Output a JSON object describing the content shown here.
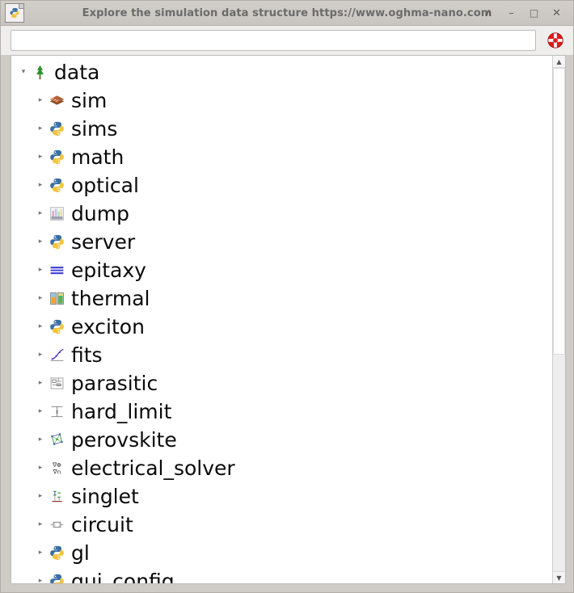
{
  "window": {
    "title": "Explore the simulation data structure https://www.oghma-nano.com",
    "icon": "python-file-icon",
    "controls": [
      {
        "name": "shade-button",
        "glyph": "∧"
      },
      {
        "name": "minimize-button",
        "glyph": "–"
      },
      {
        "name": "maximize-button",
        "glyph": "□"
      },
      {
        "name": "close-button",
        "glyph": "✕"
      }
    ]
  },
  "toolbar": {
    "search_value": "",
    "search_placeholder": "",
    "help_icon": "lifebuoy-help-icon"
  },
  "tree": {
    "root": {
      "label": "data",
      "icon": "tree-green-icon",
      "expanded": true,
      "arrow": "▾",
      "depth": 0
    },
    "items": [
      {
        "label": "sim",
        "icon": "layers-stack-icon",
        "arrow": "▸",
        "depth": 1
      },
      {
        "label": "sims",
        "icon": "python-icon",
        "arrow": "▸",
        "depth": 1
      },
      {
        "label": "math",
        "icon": "python-icon",
        "arrow": "▸",
        "depth": 1
      },
      {
        "label": "optical",
        "icon": "python-icon",
        "arrow": "▸",
        "depth": 1
      },
      {
        "label": "dump",
        "icon": "dump-bars-icon",
        "arrow": "▸",
        "depth": 1
      },
      {
        "label": "server",
        "icon": "python-icon",
        "arrow": "▸",
        "depth": 1
      },
      {
        "label": "epitaxy",
        "icon": "epitaxy-stripes-icon",
        "arrow": "▸",
        "depth": 1
      },
      {
        "label": "thermal",
        "icon": "thermal-gauge-icon",
        "arrow": "▸",
        "depth": 1
      },
      {
        "label": "exciton",
        "icon": "python-icon",
        "arrow": "▸",
        "depth": 1
      },
      {
        "label": "fits",
        "icon": "fit-curve-icon",
        "arrow": "▸",
        "depth": 1
      },
      {
        "label": "parasitic",
        "icon": "parasitic-circuit-icon",
        "arrow": "▸",
        "depth": 1
      },
      {
        "label": "hard_limit",
        "icon": "hard-limit-icon",
        "arrow": "▸",
        "depth": 1
      },
      {
        "label": "perovskite",
        "icon": "perovskite-lattice-icon",
        "arrow": "▸",
        "depth": 1
      },
      {
        "label": "electrical_solver",
        "icon": "nabla-formula-icon",
        "arrow": "▸",
        "depth": 1
      },
      {
        "label": "singlet",
        "icon": "singlet-levels-icon",
        "arrow": "▸",
        "depth": 1
      },
      {
        "label": "circuit",
        "icon": "circuit-icon",
        "arrow": "▸",
        "depth": 1
      },
      {
        "label": "gl",
        "icon": "python-icon",
        "arrow": "▸",
        "depth": 1
      },
      {
        "label": "gui_config",
        "icon": "python-icon",
        "arrow": "▸",
        "depth": 1
      }
    ]
  },
  "scrollbar": {
    "up_glyph": "▲",
    "down_glyph": "▼",
    "thumb_fraction_percent": 57
  },
  "colors": {
    "title_bar": "#cdc9c4",
    "title_text": "#6b6b6b",
    "window_frame": "#cfcbc6",
    "panel_background": "#ffffff",
    "label_text": "#0a0a0a",
    "help_red": "#e01b1b",
    "python_blue": "#3a6fa5",
    "python_yellow": "#f2c43d",
    "tree_green": "#2f8f2f"
  }
}
